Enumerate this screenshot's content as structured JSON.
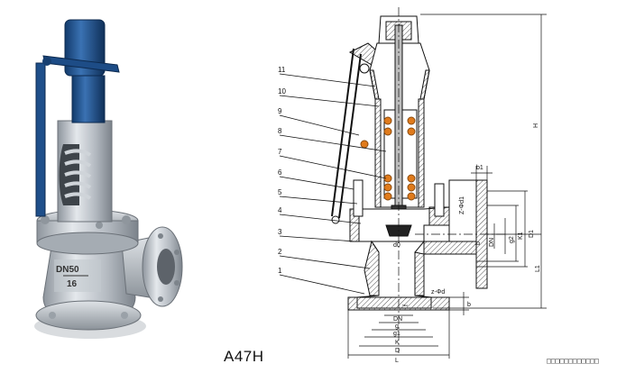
{
  "photo": {
    "body_marking_size": "DN50",
    "body_marking_pressure": "16"
  },
  "caption": {
    "model": "A47H"
  },
  "footer": {
    "text": "□□□□□□□□□□□□"
  },
  "drawing": {
    "part_numbers": [
      "11",
      "10",
      "9",
      "8",
      "7",
      "6",
      "5",
      "4",
      "3",
      "2",
      "1"
    ],
    "dimensions": {
      "H": "H",
      "b1": "b1",
      "z_d1": "Z-Φd1",
      "DN_outlet": "DN",
      "g2": "g2",
      "K1": "K1",
      "D1": "D1",
      "L1": "L1",
      "b_outlet": "b",
      "d0": "d0",
      "z_d": "z-Φd",
      "DN_inlet": "DN",
      "g": "g",
      "g1": "g1",
      "K": "K",
      "D": "D",
      "L": "L",
      "b_inlet": "b",
      "f": "f"
    }
  },
  "colors": {
    "line": "#111111",
    "spring": "#e07b1c",
    "hatch": "#555555",
    "photo_blue": "#1f4f8a",
    "photo_steel": "#b9bfc6"
  }
}
